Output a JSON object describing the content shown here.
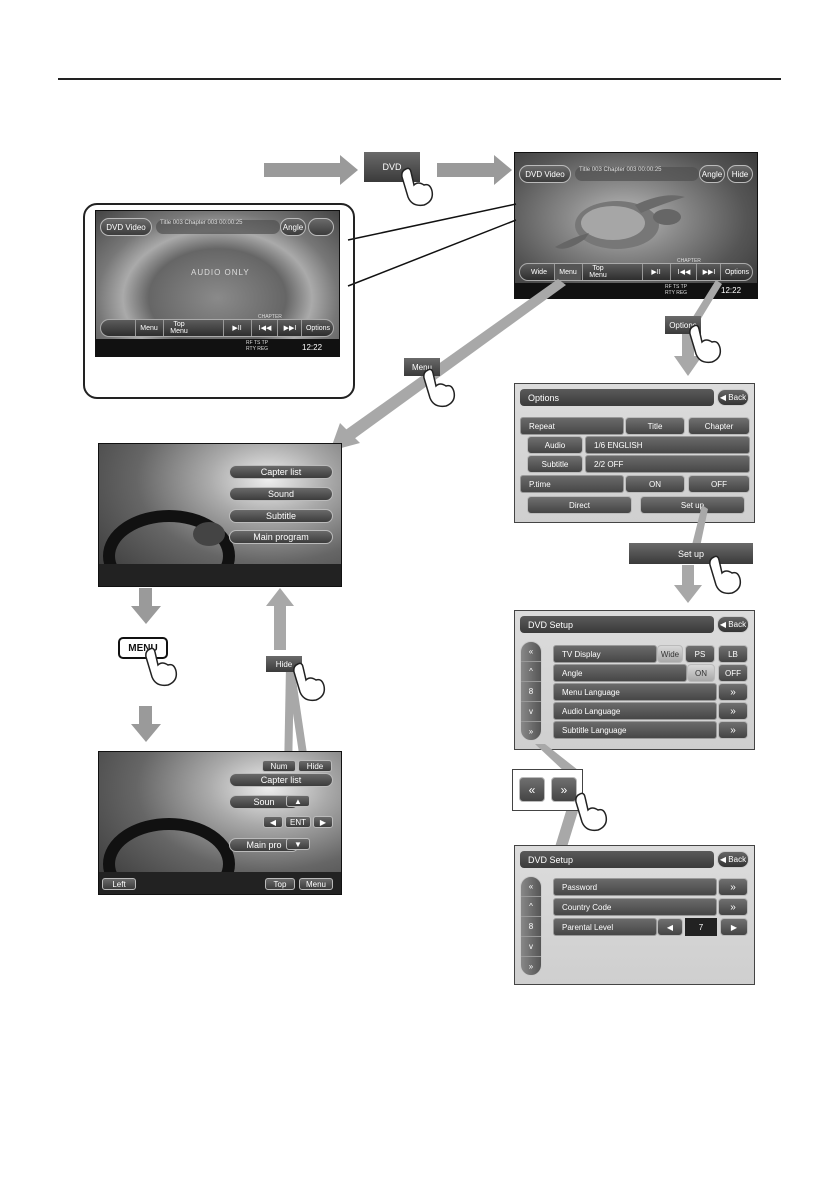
{
  "dvd_button": "DVD",
  "menu_tag": "Menu",
  "options_tag": "Options",
  "setup_tag": "Set up",
  "menu_key": "MENU",
  "hide_tag": "Hide",
  "dvd_screen": {
    "source": "DVD Video",
    "info": "Title 003  Chapter 003    00:00:25",
    "angle": "Angle",
    "hide": "Hide",
    "wide": "Wide",
    "menu": "Menu",
    "top_menu": "Top\nMenu",
    "play": "▶II",
    "prev": "I◀◀",
    "next": "▶▶I",
    "chapter": "CHAPTER",
    "options": "Options",
    "status": "RF TS TP\nRTY REG",
    "clock": "12:22"
  },
  "inset_screen": {
    "source": "DVD Video",
    "info": "Title 003  Chapter 003    00:00:25",
    "angle": "Angle",
    "audio_only": "AUDIO ONLY",
    "menu": "Menu",
    "top_menu": "Top\nMenu",
    "play": "▶II",
    "prev": "I◀◀",
    "next": "▶▶I",
    "chapter": "CHAPTER",
    "options": "Options",
    "status": "RF TS TP\nRTY REG",
    "clock": "12:22"
  },
  "disc_menu": [
    "Capter list",
    "Sound",
    "Subtitle",
    "Main program"
  ],
  "disc_menu2": {
    "num": "Num",
    "hide": "Hide",
    "capter_list": "Capter list",
    "sound": "Soun",
    "main_program": "Main pro",
    "up": "▲",
    "left": "◀",
    "ent": "ENT",
    "right": "▶",
    "down": "▼",
    "left_btn": "Left",
    "top_btn": "Top",
    "menu_btn": "Menu"
  },
  "options_panel": {
    "title": "Options",
    "back": "◀ Back",
    "repeat": "Repeat",
    "title_btn": "Title",
    "chapter_btn": "Chapter",
    "audio": "Audio",
    "audio_value": "1/6 ENGLISH",
    "subtitle": "Subtitle",
    "subtitle_value": "2/2 OFF",
    "ptime": "P.time",
    "on": "ON",
    "off": "OFF",
    "direct": "Direct",
    "setup": "Set up"
  },
  "dvd_setup1": {
    "title": "DVD Setup",
    "back": "◀ Back",
    "tv_display": "TV Display",
    "wide": "Wide",
    "ps": "PS",
    "lb": "LB",
    "angle": "Angle",
    "on": "ON",
    "off": "OFF",
    "menu_language": "Menu Language",
    "audio_language": "Audio Language",
    "subtitle_language": "Subtitle Language",
    "chev": "»",
    "scroll": [
      "«",
      "^",
      "8",
      "v",
      "»"
    ]
  },
  "dvd_setup2": {
    "title": "DVD Setup",
    "back": "◀ Back",
    "password": "Password",
    "country_code": "Country Code",
    "parental_level": "Parental Level",
    "level_value": "7",
    "left": "◀",
    "right": "▶",
    "chev": "»",
    "scroll": [
      "«",
      "^",
      "8",
      "v",
      "»"
    ]
  },
  "page_buttons": {
    "up": "«",
    "down": "»"
  },
  "colors": {
    "arrow": "#9a9a9a",
    "panel": "#d6d6d6",
    "dark": "#3a3a3a"
  }
}
